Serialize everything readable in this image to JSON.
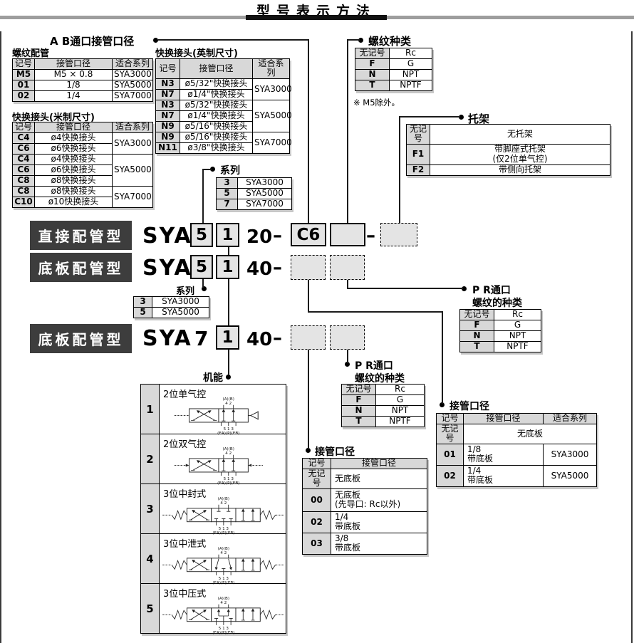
{
  "page": {
    "title": "型号表示方法"
  },
  "ab_port": {
    "label": "A B通口接管口径",
    "threaded": {
      "label": "螺纹配管",
      "headers": [
        "记号",
        "接管口径",
        "适合系列"
      ],
      "rows": [
        {
          "code": "M5",
          "size": "M5 × 0.8",
          "series": "SYA3000"
        },
        {
          "code": "01",
          "size": "1/8",
          "series": "SYA5000"
        },
        {
          "code": "02",
          "size": "1/4",
          "series": "SYA7000"
        }
      ]
    },
    "metric": {
      "label": "快换接头(米制尺寸)",
      "headers": [
        "记号",
        "接管口径",
        "适合系列"
      ],
      "rows": [
        {
          "code": "C4",
          "size": "ø4快换接头"
        },
        {
          "code": "C6",
          "size": "ø6快换接头"
        },
        {
          "code": "C4",
          "size": "ø4快换接头"
        },
        {
          "code": "C6",
          "size": "ø6快换接头"
        },
        {
          "code": "C8",
          "size": "ø8快换接头"
        },
        {
          "code": "C8",
          "size": "ø8快换接头"
        },
        {
          "code": "C10",
          "size": "ø10快换接头"
        }
      ],
      "groups": [
        "SYA3000",
        "SYA5000",
        "SYA7000"
      ]
    },
    "inch": {
      "label": "快换接头(英制尺寸)",
      "headers": [
        "记号",
        "接管口径",
        "适合系列"
      ],
      "rows": [
        {
          "code": "N3",
          "size": "ø5/32\"快换接头"
        },
        {
          "code": "N7",
          "size": "ø1/4\"快换接头"
        },
        {
          "code": "N3",
          "size": "ø5/32\"快换接头"
        },
        {
          "code": "N7",
          "size": "ø1/4\"快换接头"
        },
        {
          "code": "N9",
          "size": "ø5/16\"快换接头"
        },
        {
          "code": "N9",
          "size": "ø5/16\"快换接头"
        },
        {
          "code": "N11",
          "size": "ø3/8\"快换接头"
        }
      ],
      "groups": [
        "SYA3000",
        "SYA5000",
        "SYA7000"
      ]
    }
  },
  "thread_type": {
    "label": "螺纹种类",
    "rows": [
      [
        "无记号",
        "Rc"
      ],
      [
        "F",
        "G"
      ],
      [
        "N",
        "NPT"
      ],
      [
        "T",
        "NPTF"
      ]
    ],
    "note": "※ M5除外。"
  },
  "bracket": {
    "label": "托架",
    "rows": [
      [
        "无记号",
        "无托架"
      ],
      [
        "F1",
        "带脚座式托架\n(仅2位单气控)"
      ],
      [
        "F2",
        "带侧向托架"
      ]
    ]
  },
  "series_a": {
    "label": "系列",
    "rows": [
      [
        "3",
        "SYA3000"
      ],
      [
        "5",
        "SYA5000"
      ],
      [
        "7",
        "SYA7000"
      ]
    ]
  },
  "series_b": {
    "label": "系列",
    "rows": [
      [
        "3",
        "SYA3000"
      ],
      [
        "5",
        "SYA5000"
      ]
    ]
  },
  "models": {
    "row1": {
      "type": "直接配管型",
      "prefix": "SYA",
      "series_digit": "5",
      "func_digit": "1",
      "body": "20",
      "dash1": "–",
      "port": "C6",
      "dash2": "–"
    },
    "row2": {
      "type": "底板配管型",
      "prefix": "SYA",
      "series_digit": "5",
      "func_digit": "1",
      "body": "40",
      "dash1": "–"
    },
    "row3": {
      "type": "底板配管型",
      "prefix": "SYA",
      "series_digit": "7",
      "func_digit": "1",
      "body": "40",
      "dash1": "–"
    }
  },
  "functions": {
    "label": "机能",
    "port_labels": {
      "ab": "(A)(B)",
      "top": "4 2",
      "bottom": "5 1 3",
      "eapeb": "(EA)(P)(EB)"
    },
    "rows": [
      {
        "code": "1",
        "name": "2位单气控"
      },
      {
        "code": "2",
        "name": "2位双气控"
      },
      {
        "code": "3",
        "name": "3位中封式"
      },
      {
        "code": "4",
        "name": "3位中泄式"
      },
      {
        "code": "5",
        "name": "3位中压式"
      }
    ]
  },
  "pr_port_a": {
    "label1": "P R通口",
    "label2": "螺纹的种类",
    "rows": [
      [
        "无记号",
        "Rc"
      ],
      [
        "F",
        "G"
      ],
      [
        "N",
        "NPT"
      ],
      [
        "T",
        "NPTF"
      ]
    ]
  },
  "pr_port_b": {
    "label1": "P R通口",
    "label2": "螺纹的种类",
    "rows": [
      [
        "无记号",
        "Rc"
      ],
      [
        "F",
        "G"
      ],
      [
        "N",
        "NPT"
      ],
      [
        "T",
        "NPTF"
      ]
    ]
  },
  "pipe_mid": {
    "label": "接管口径",
    "headers": [
      "记号",
      "接管口径"
    ],
    "rows": [
      [
        "无记号",
        "无底板"
      ],
      [
        "00",
        "无底板\n(先导口: Rc以外)"
      ],
      [
        "02",
        "1/4\n带底板"
      ],
      [
        "03",
        "3/8\n带底板"
      ]
    ]
  },
  "pipe_right": {
    "label": "接管口径",
    "headers": [
      "记号",
      "接管口径",
      "适合系列"
    ],
    "row0": [
      "无记号",
      "无底板"
    ],
    "rows": [
      [
        "01",
        "1/8\n带底板",
        "SYA3000"
      ],
      [
        "02",
        "1/4\n带底板",
        "SYA5000"
      ]
    ]
  }
}
